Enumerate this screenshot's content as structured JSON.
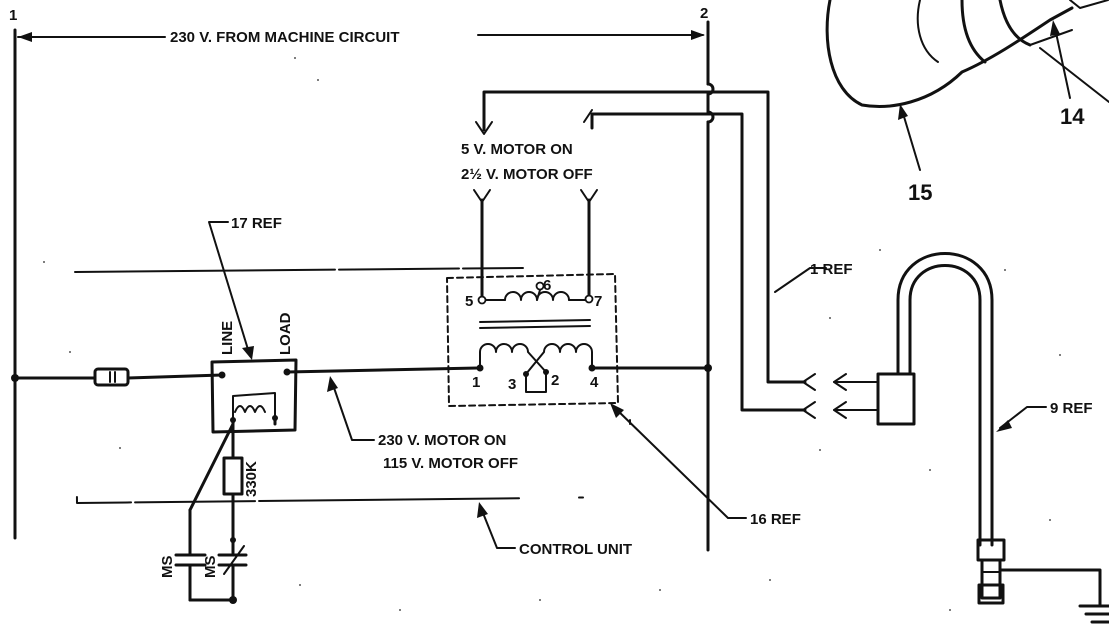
{
  "labels": {
    "main_circuit": "230 V. FROM MACHINE CIRCUIT",
    "line1_num": "1",
    "line2_num": "2",
    "motor_on_5v": "5 V. MOTOR ON",
    "motor_off_2v": "2½ V. MOTOR OFF",
    "ref_17": "17 REF",
    "ref_1": "1 REF",
    "ref_9": "9 REF",
    "ref_16": "16 REF",
    "callout_15": "15",
    "callout_14": "14",
    "line": "LINE",
    "load": "LOAD",
    "resistor": "330K",
    "motor_on_230v": "230 V. MOTOR ON",
    "motor_off_115v": "115 V. MOTOR OFF",
    "control_unit": "CONTROL UNIT",
    "ms_left": "MS",
    "ms_right": "MS"
  },
  "transformer_pins": {
    "p5": "5",
    "p6": "6",
    "p7": "7",
    "p1": "1",
    "p3": "3",
    "p2": "2",
    "p4": "4"
  }
}
